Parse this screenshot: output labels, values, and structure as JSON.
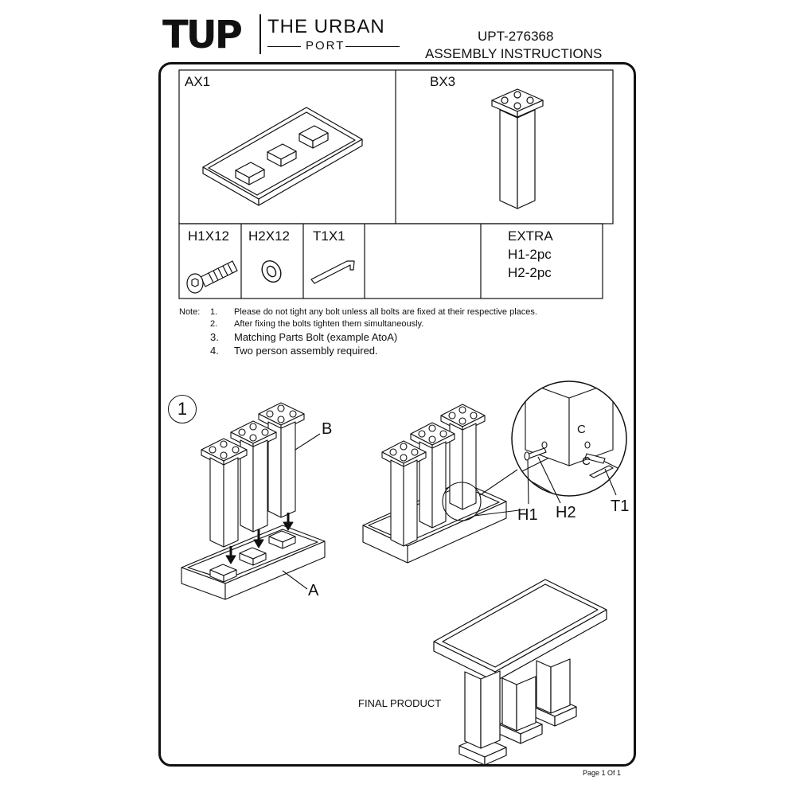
{
  "header": {
    "brand_mark": "TUP",
    "brand_name_line1": "THE URBAN",
    "brand_name_line2": "PORT",
    "model_number": "UPT-276368",
    "doc_title": "ASSEMBLY INSTRUCTIONS"
  },
  "parts": {
    "ax1": "AX1",
    "bx3": "BX3",
    "h1x12": "H1X12",
    "h2x12": "H2X12",
    "t1x1": "T1X1",
    "extra_title": "EXTRA",
    "extra_h1": "H1-2pc",
    "extra_h2": "H2-2pc"
  },
  "notes": {
    "label": "Note:",
    "items": [
      {
        "num": "1.",
        "text": "Please do not tight any bolt unless all bolts are fixed at their respective places."
      },
      {
        "num": "2.",
        "text": "After fixing the bolts tighten them simultaneously."
      },
      {
        "num": "3.",
        "text": "Matching Parts Bolt (example AtoA)"
      },
      {
        "num": "4.",
        "text": "Two person assembly required."
      }
    ]
  },
  "step1": {
    "number": "1",
    "label_b": "B",
    "label_a": "A",
    "detail_c1": "C",
    "detail_c2": "C",
    "label_h1": "H1",
    "label_h2": "H2",
    "label_t1": "T1"
  },
  "final": {
    "label": "FINAL PRODUCT"
  },
  "footer": {
    "page": "Page 1 Of 1"
  }
}
